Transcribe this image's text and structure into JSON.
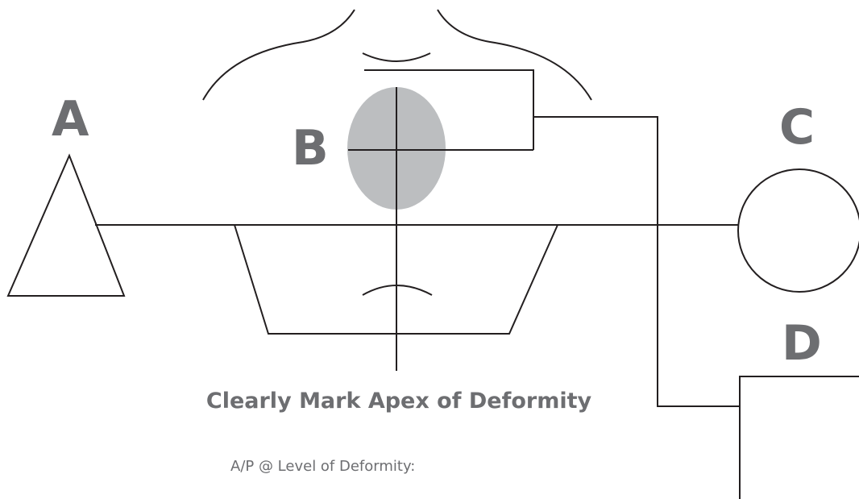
{
  "labels": {
    "a": "A",
    "b": "B",
    "c": "C",
    "d": "D"
  },
  "caption": "Clearly Mark Apex of Deformity",
  "sub_caption": "A/P @ Level of Deformity:",
  "colors": {
    "line": "#231f20",
    "label": "#6d6e71",
    "shaded_oval": "#bcbec0"
  }
}
